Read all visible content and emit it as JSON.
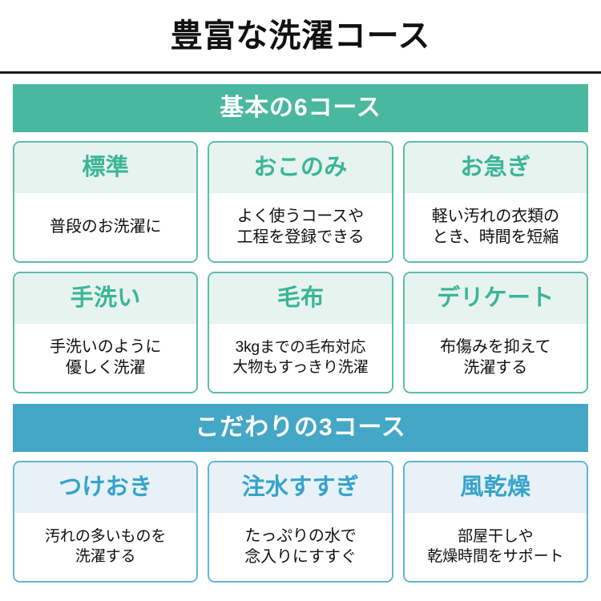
{
  "header": {
    "title": "豊富な洗濯コース"
  },
  "colors": {
    "green_bar": "#4ab89f",
    "blue_bar": "#45a7c6",
    "green_card_border": "#5cbda8",
    "blue_card_border": "#62b4d2",
    "green_card_head_bg": "#e6f3ef",
    "blue_card_head_bg": "#e7f1f7",
    "green_title_text": "#3bb597",
    "blue_title_text": "#35a3cb",
    "title_text": "#111111",
    "divider": "#1a1a1a"
  },
  "sections": [
    {
      "bar_label": "基本の6コース",
      "theme": "green",
      "rows": [
        [
          {
            "title": "標準",
            "desc": "普段のお洗濯に"
          },
          {
            "title": "おこのみ",
            "desc": "よく使うコースや\n工程を登録できる"
          },
          {
            "title": "お急ぎ",
            "desc": "軽い汚れの衣類の\nとき、時間を短縮"
          }
        ],
        [
          {
            "title": "手洗い",
            "desc": "手洗いのように\n優しく洗濯"
          },
          {
            "title": "毛布",
            "desc": "3kgまでの毛布対応\n大物もすっきり洗濯"
          },
          {
            "title": "デリケート",
            "desc": "布傷みを抑えて\n洗濯する"
          }
        ]
      ]
    },
    {
      "bar_label": "こだわりの3コース",
      "theme": "blue",
      "rows": [
        [
          {
            "title": "つけおき",
            "desc": "汚れの多いものを\n洗濯する"
          },
          {
            "title": "注水すすぎ",
            "desc": "たっぷりの水で\n念入りにすすぐ"
          },
          {
            "title": "風乾燥",
            "desc": "部屋干しや\n乾燥時間をサポート"
          }
        ]
      ]
    }
  ]
}
